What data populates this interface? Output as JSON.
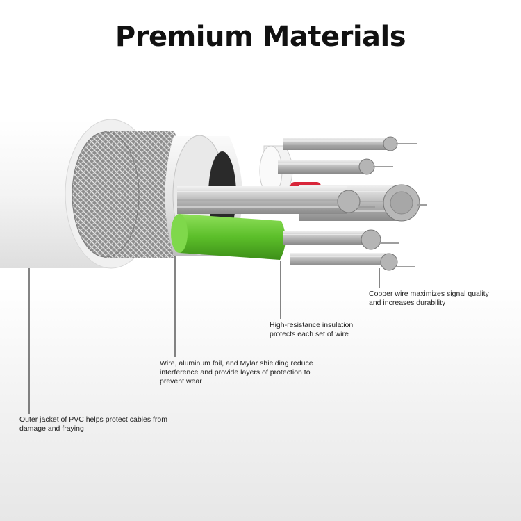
{
  "title": "Premium Materials",
  "callouts": {
    "copper": "Copper wire maximizes signal quality and increases durability",
    "insulation": "High-resistance insulation protects each set of wire",
    "shielding": "Wire, aluminum foil, and Mylar shielding reduce interference and provide layers of protection to prevent wear",
    "jacket": "Outer jacket of PVC helps protect cables from damage and fraying"
  },
  "colors": {
    "jacket": "#f4f4f4",
    "braid": "#9a9a9a",
    "foil": "#dcdcdc",
    "insulation_green": "#5cbf2a",
    "insulation_red": "#d8263a",
    "copper_strand": "#c9c9c9",
    "leader_line": "#333333"
  }
}
